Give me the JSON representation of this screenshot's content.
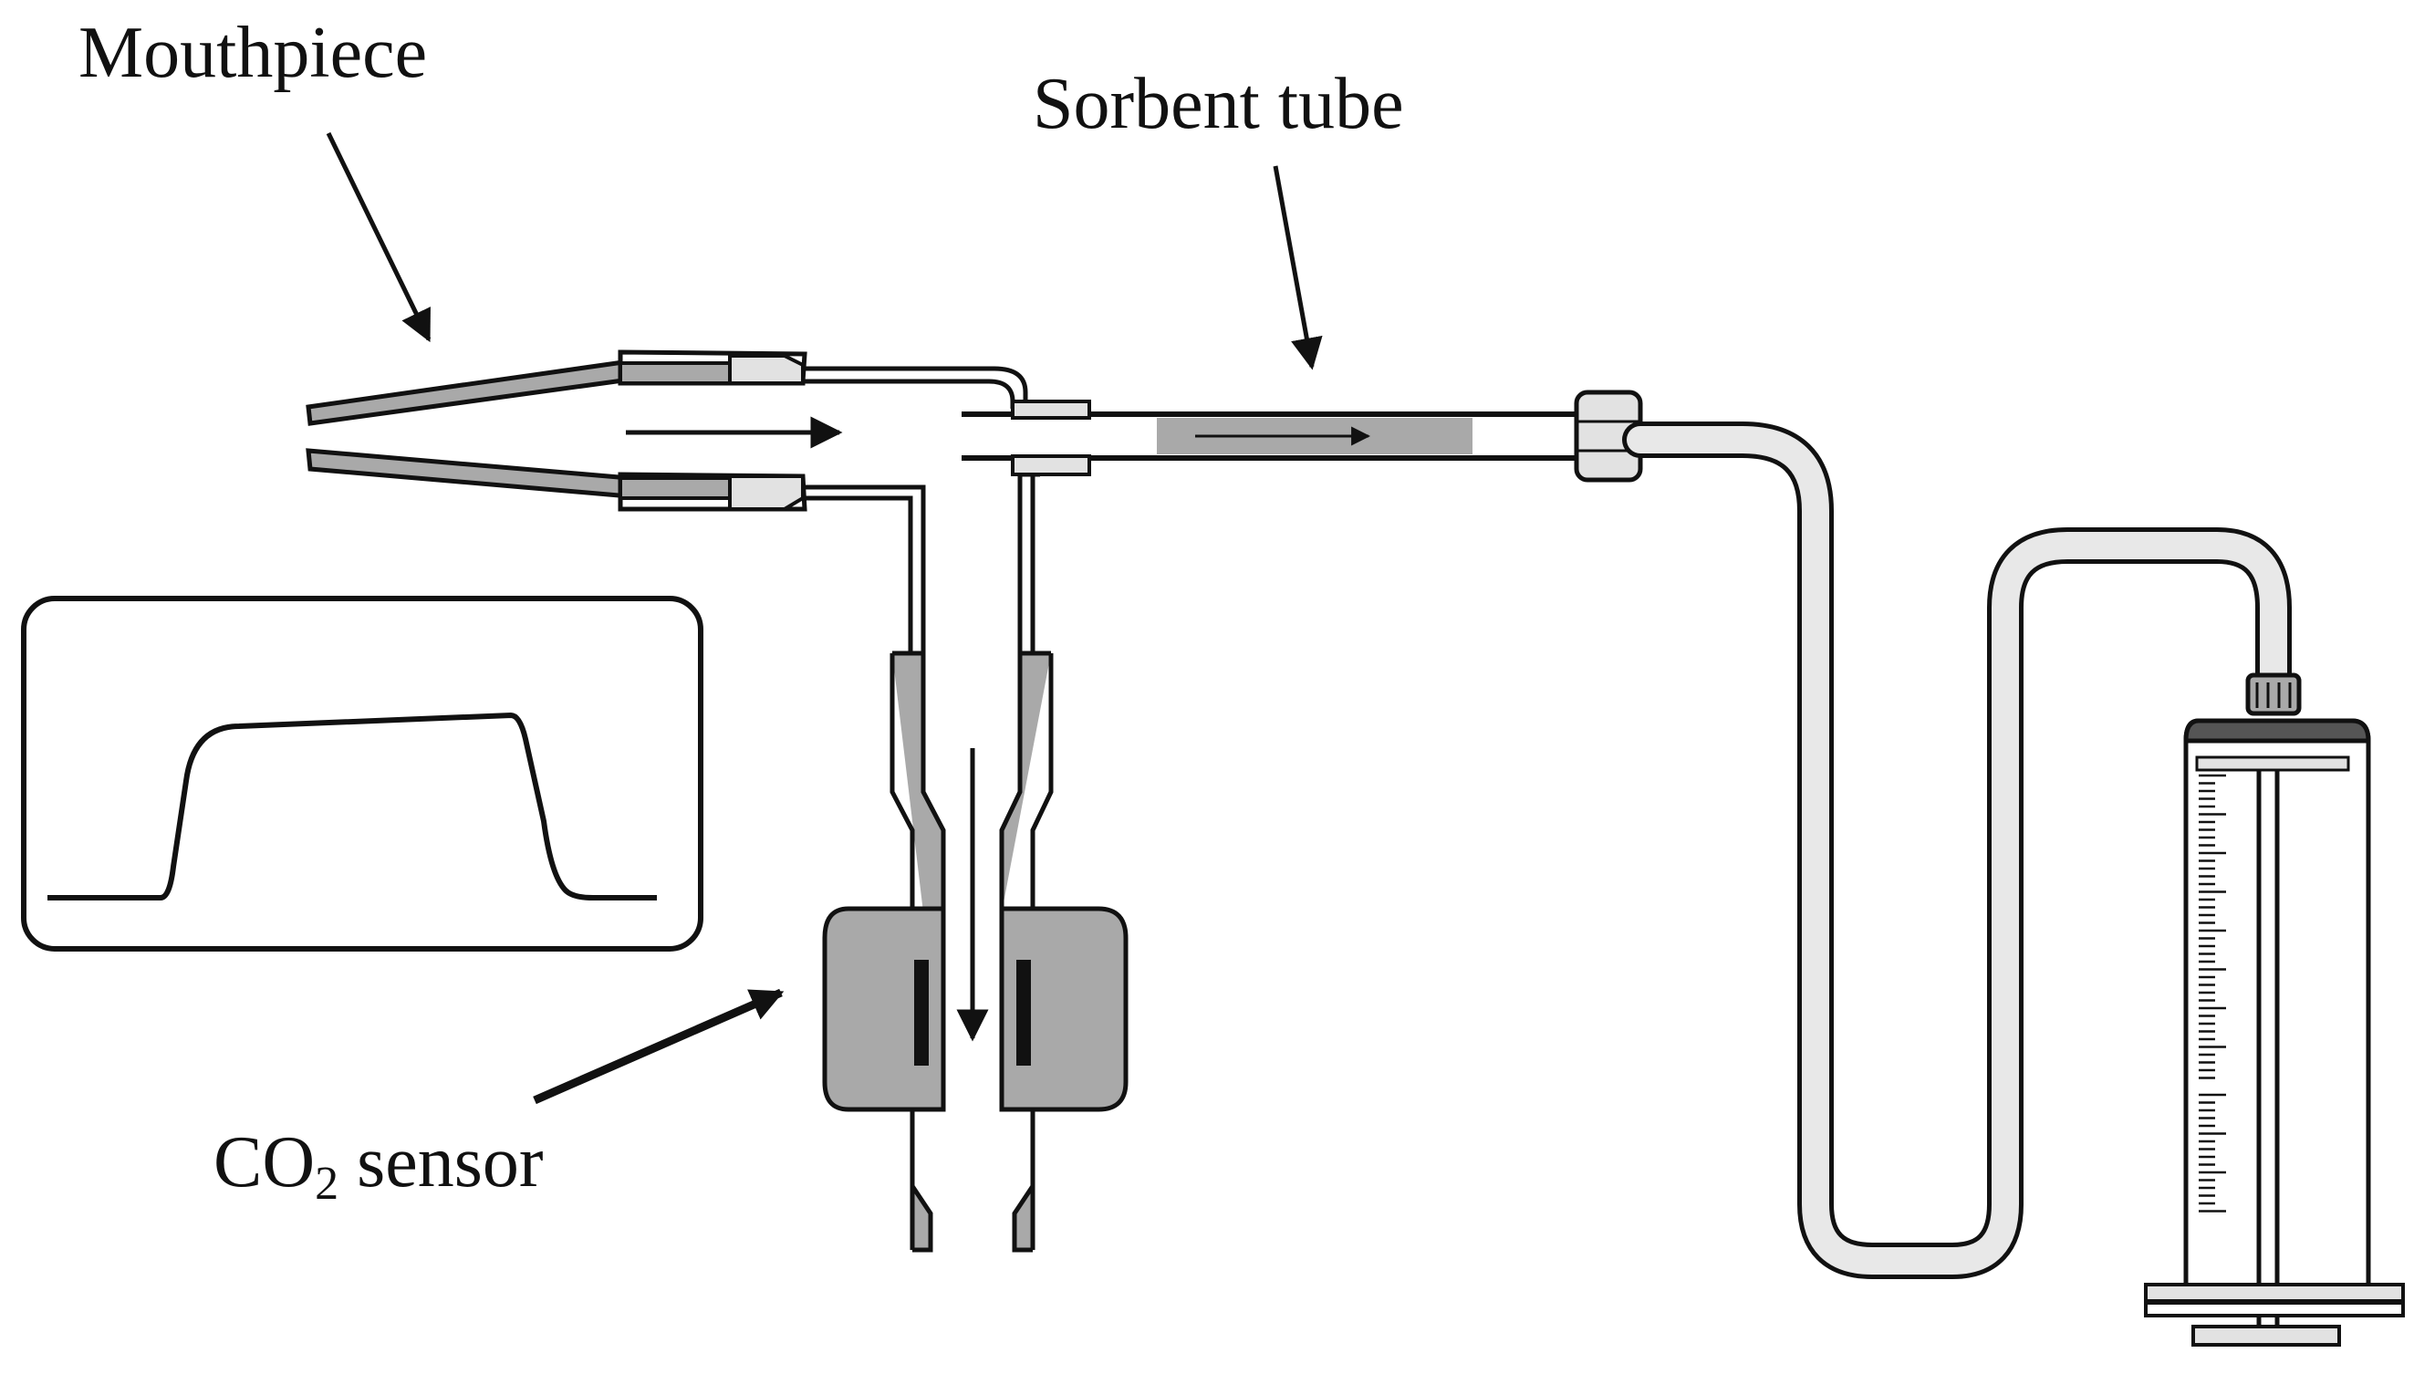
{
  "labels": {
    "mouthpiece": "Mouthpiece",
    "sorbent_tube": "Sorbent tube",
    "co2_sensor_main": "CO",
    "co2_sensor_sub": "2",
    "co2_sensor_suffix": " sensor"
  },
  "colors": {
    "ink": "#111111",
    "gray_fill": "#a9a9a9",
    "light_fill": "#e2e2e2",
    "dark_band": "#555555",
    "background": "#ffffff"
  },
  "icons": {
    "arrow": "arrow-icon",
    "syringe": "syringe-icon",
    "waveform": "capnogram-icon"
  }
}
